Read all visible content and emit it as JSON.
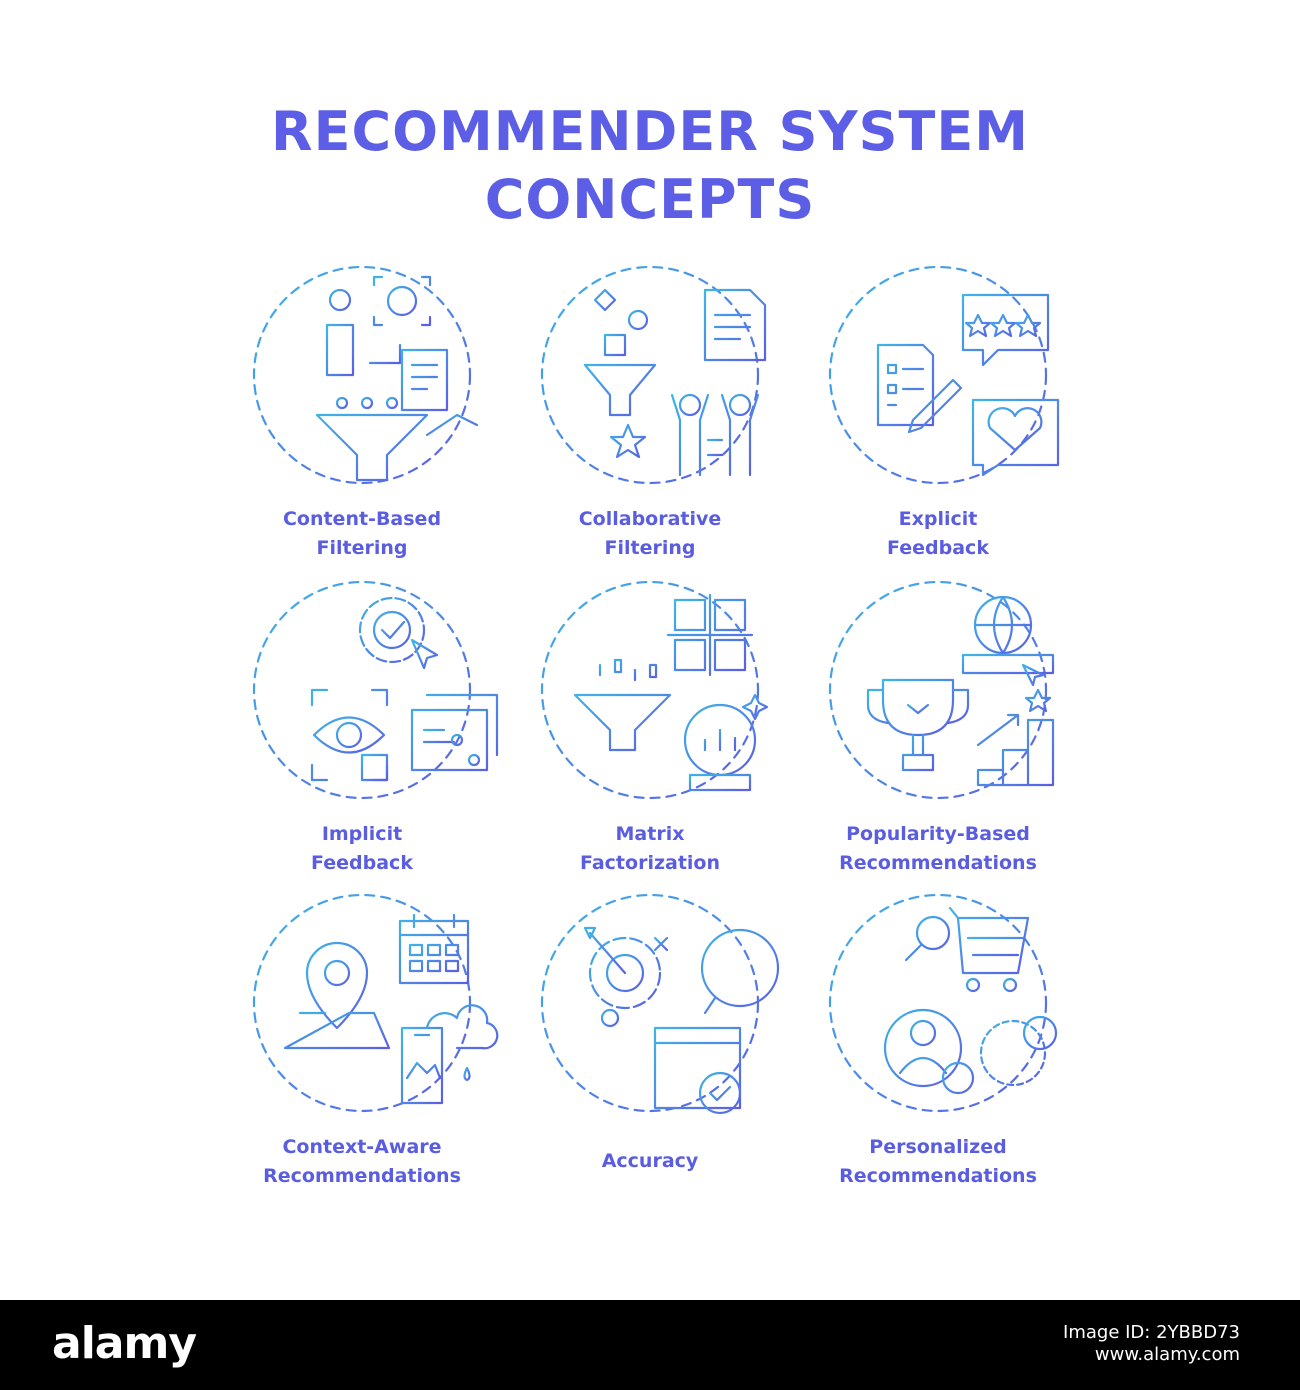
{
  "title": {
    "line1": "RECOMMENDER SYSTEM",
    "line2": "CONCEPTS"
  },
  "colors": {
    "gradient_start": "#3fb4e6",
    "gradient_end": "#5c5ee6",
    "label": "#5b5de0",
    "footer": "#000000"
  },
  "items": [
    {
      "line1": "Content-Based",
      "line2": "Filtering",
      "icon": "content-based-filtering-icon"
    },
    {
      "line1": "Collaborative",
      "line2": "Filtering",
      "icon": "collaborative-filtering-icon"
    },
    {
      "line1": "Explicit",
      "line2": "Feedback",
      "icon": "explicit-feedback-icon"
    },
    {
      "line1": "Implicit",
      "line2": "Feedback",
      "icon": "implicit-feedback-icon"
    },
    {
      "line1": "Matrix",
      "line2": "Factorization",
      "icon": "matrix-factorization-icon"
    },
    {
      "line1": "Popularity-Based",
      "line2": "Recommendations",
      "icon": "popularity-icon"
    },
    {
      "line1": "Context-Aware",
      "line2": "Recommendations",
      "icon": "context-aware-icon"
    },
    {
      "line1": "Accuracy",
      "line2": "",
      "icon": "accuracy-icon"
    },
    {
      "line1": "Personalized",
      "line2": "Recommendations",
      "icon": "personalized-icon"
    }
  ],
  "footer": {
    "brand": "alamy",
    "image_id": "Image ID: 2YBBD73",
    "site": "www.alamy.com"
  }
}
